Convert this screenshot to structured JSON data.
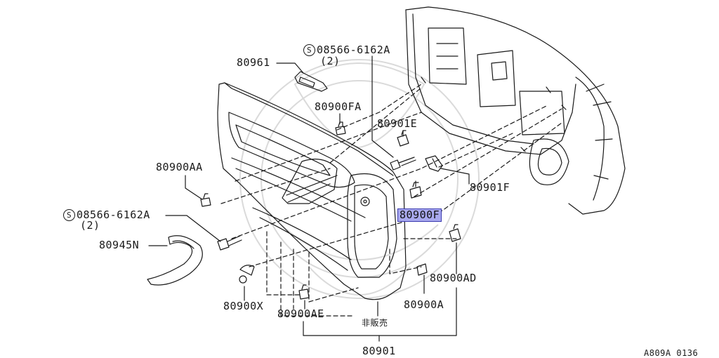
{
  "labels": {
    "p80961": "80961",
    "p08566_top": "08566-6162A",
    "p08566_top_qty": "(2)",
    "p80900fa": "80900FA",
    "p80901e": "80901E",
    "p80900aa": "80900AA",
    "p80901f": "80901F",
    "p80900f": "80900F",
    "p08566_left": "08566-6162A",
    "p08566_left_qty": "(2)",
    "p80945n": "80945N",
    "p80900ad": "80900AD",
    "p80900x": "80900X",
    "p80900ae": "80900AE",
    "p80900a": "80900A",
    "not_sold": "非販売",
    "p80901": "80901",
    "s_symbol": "S"
  },
  "figure_code": "A809A 0136",
  "highlighted_part": "80900F",
  "colors": {
    "line": "#1a1a1a",
    "highlight": "#a8a8ee",
    "highlight_border": "#3b3bb0",
    "watermark": "#d8d8d8"
  }
}
